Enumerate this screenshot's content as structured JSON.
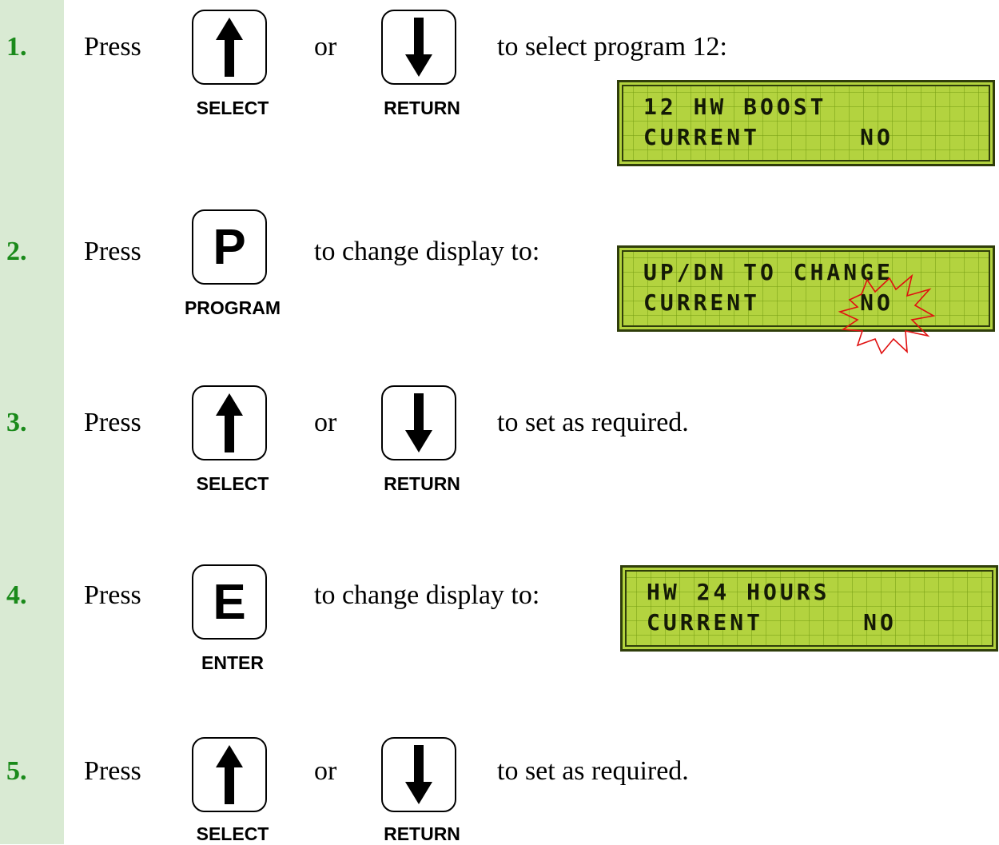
{
  "steps": [
    {
      "num": "1.",
      "press": "Press",
      "or": "or",
      "desc": "to select program 12:"
    },
    {
      "num": "2.",
      "press": "Press",
      "desc": "to change display to:"
    },
    {
      "num": "3.",
      "press": "Press",
      "or": "or",
      "desc": "to set as required."
    },
    {
      "num": "4.",
      "press": "Press",
      "desc": "to change display to:"
    },
    {
      "num": "5.",
      "press": "Press",
      "or": "or",
      "desc": "to set as required."
    }
  ],
  "keys": {
    "select": {
      "label": "SELECT",
      "icon": "arrow-up-icon"
    },
    "return": {
      "label": "RETURN",
      "icon": "arrow-down-icon"
    },
    "program": {
      "label": "PROGRAM",
      "glyph": "P"
    },
    "enter": {
      "label": "ENTER",
      "glyph": "E"
    }
  },
  "displays": [
    {
      "line1": "12 HW BOOST",
      "line2": "CURRENT      NO"
    },
    {
      "line1": "UP/DN TO CHANGE",
      "line2": "CURRENT      NO",
      "highlight": "flashing-value"
    },
    {
      "line1": "HW 24 HOURS",
      "line2": "CURRENT      NO"
    }
  ],
  "colors": {
    "sidebar": "#d9ead3",
    "step_number": "#1a8a1a",
    "lcd_background": "#b3d33f",
    "lcd_text": "#141a06",
    "highlight_burst": "#e01010"
  }
}
